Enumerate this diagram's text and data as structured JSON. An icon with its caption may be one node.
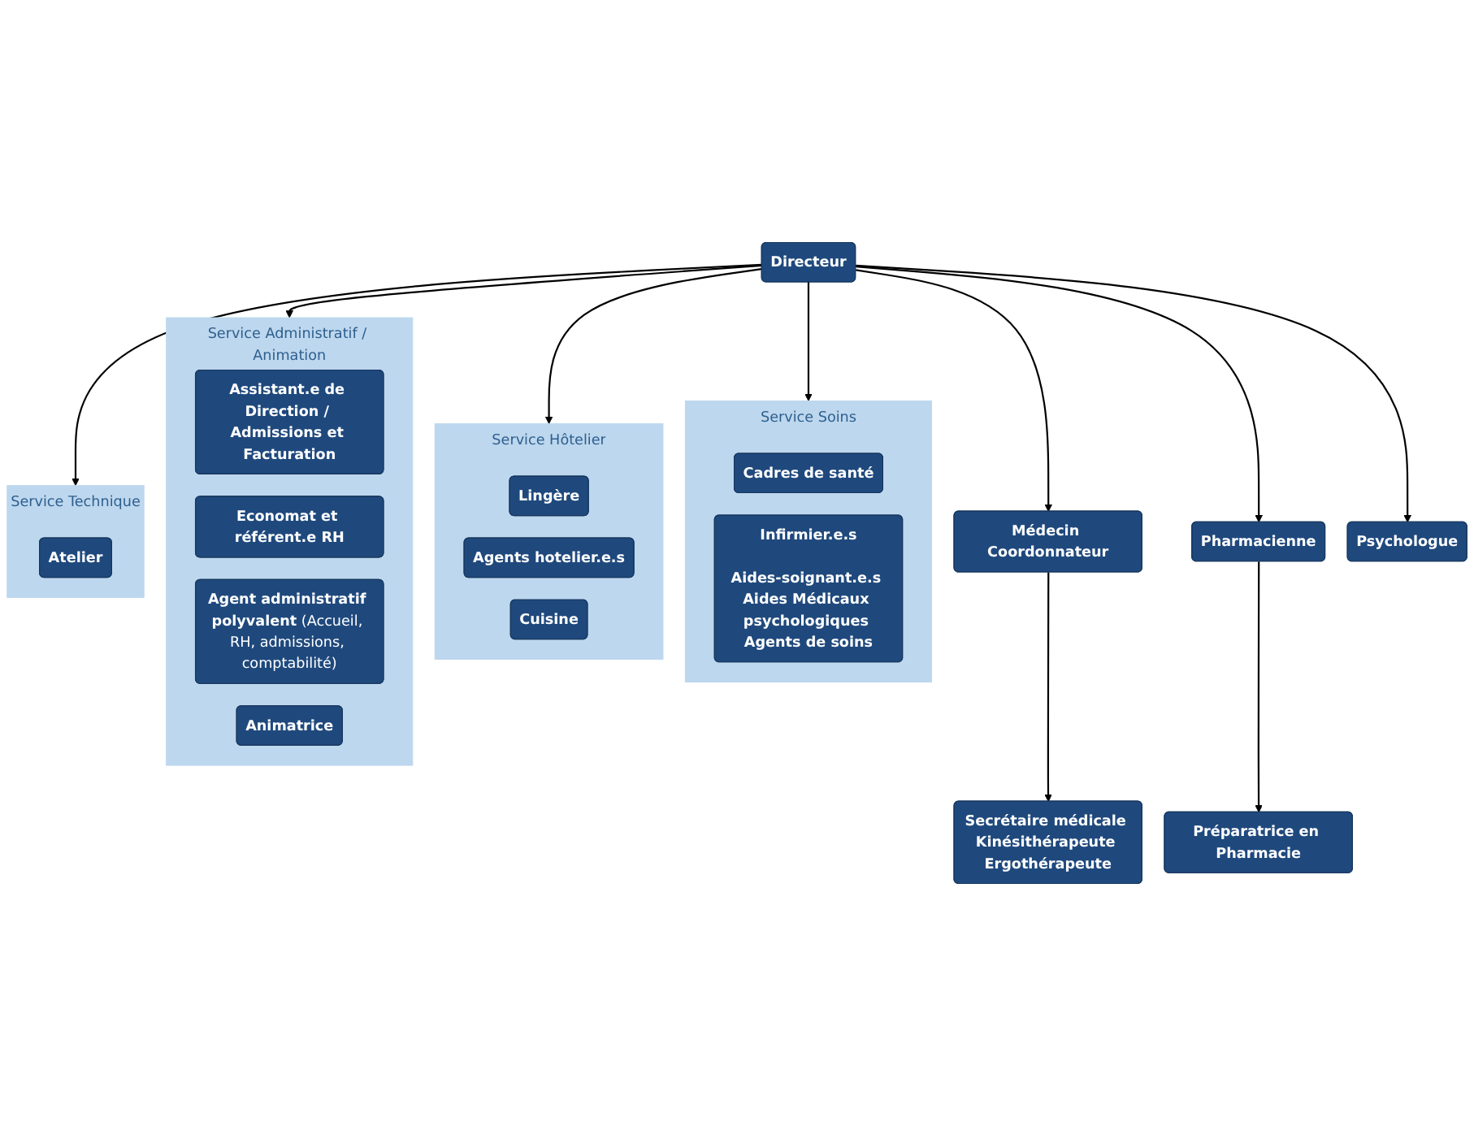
{
  "diagram": {
    "nodes": [
      {
        "text": [
          "Directeur"
        ]
      },
      {
        "text": [
          "Médecin Coordonnateur"
        ]
      },
      {
        "text": [
          "Secrétaire médicale Kinésithérapeute Ergothérapeute"
        ]
      },
      {
        "text": [
          "Pharmacienne"
        ]
      },
      {
        "text": [
          "Préparatrice en Pharmacie"
        ]
      },
      {
        "text": [
          "Psychologue"
        ]
      },
      {
        "text": [
          "Service Soins"
        ]
      },
      {
        "text": [
          "Cadres de santé"
        ],
        "in": 6
      },
      {
        "text": [
          "Infirmier.e.s",
          "Aides-soignant.e.s Aides Médicaux psychologiques Agents de soins"
        ],
        "in": 6
      },
      {
        "text": [
          "Service Hôtelier"
        ]
      },
      {
        "text": [
          "Lingère"
        ],
        "in": 9
      },
      {
        "text": [
          "Agents hotelier.e.s"
        ],
        "in": 9
      },
      {
        "text": [
          "Cuisine"
        ],
        "in": 9
      },
      {
        "text": [
          "Service Administratif / Animation"
        ]
      },
      {
        "text": [
          "Assistant.e de Direction / Admissions et Facturation"
        ],
        "in": 13
      },
      {
        "text": [
          "Economat et référent.e RH"
        ],
        "in": 13
      },
      {
        "text": [
          "**Agent administratif polyvalent** (Accueil, RH, admissions, comptabilité)"
        ],
        "in": 13
      },
      {
        "text": [
          "Animatrice"
        ],
        "in": 13
      },
      {
        "text": [
          "Service Technique"
        ]
      },
      {
        "text": [
          "Atelier"
        ],
        "in": 18
      }
    ],
    "edges": [
      {
        "from": 0,
        "to": 1,
        "arrow": "to"
      },
      {
        "from": 1,
        "to": 2,
        "arrow": "to"
      },
      {
        "from": 0,
        "to": 3,
        "arrow": "to"
      },
      {
        "from": 3,
        "to": 4,
        "arrow": "to"
      },
      {
        "from": 0,
        "to": 5,
        "arrow": "to"
      },
      {
        "from": 0,
        "to": 6,
        "arrow": "to"
      },
      {
        "from": 0,
        "to": 9,
        "arrow": "to"
      },
      {
        "from": 0,
        "to": 13,
        "arrow": "to"
      },
      {
        "from": 0,
        "to": 18,
        "arrow": "to"
      }
    ]
  }
}
